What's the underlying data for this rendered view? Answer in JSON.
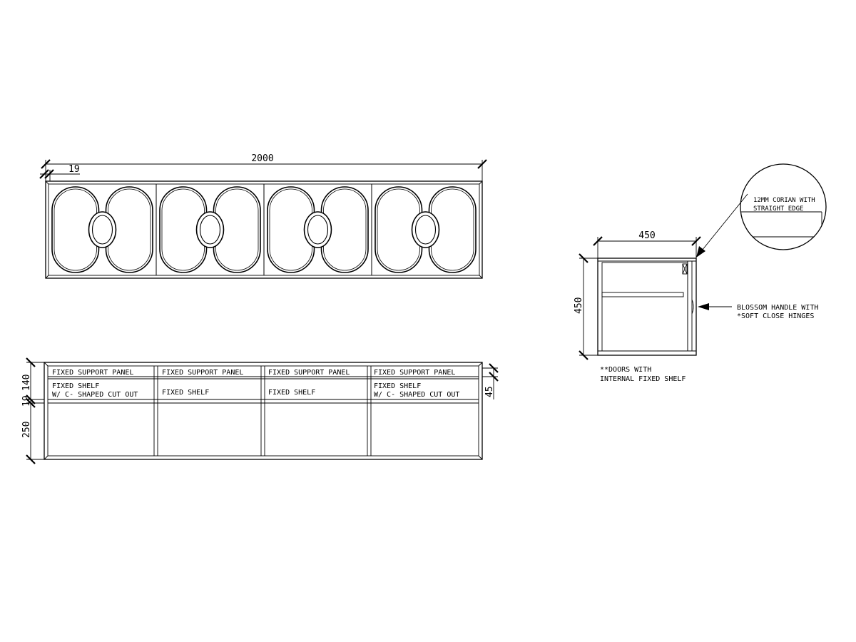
{
  "front_view": {
    "dim_width": "2000",
    "dim_panel": "19",
    "modules": 4
  },
  "plan_view": {
    "compartments": [
      {
        "panel_label": "FIXED SUPPORT PANEL",
        "shelf_line1": "FIXED SHELF",
        "shelf_line2": "W/ C- SHAPED CUT OUT"
      },
      {
        "panel_label": "FIXED SUPPORT PANEL",
        "shelf_line1": "FIXED SHELF",
        "shelf_line2": ""
      },
      {
        "panel_label": "FIXED SUPPORT PANEL",
        "shelf_line1": "FIXED SHELF",
        "shelf_line2": ""
      },
      {
        "panel_label": "FIXED SUPPORT PANEL",
        "shelf_line1": "FIXED SHELF",
        "shelf_line2": "W/ C- SHAPED CUT OUT"
      }
    ],
    "dim_140": "140",
    "dim_19": "19",
    "dim_250": "250",
    "dim_45": "45"
  },
  "side_view": {
    "dim_width": "450",
    "dim_height": "450",
    "note_line1": "**DOORS WITH",
    "note_line2": "INTERNAL FIXED SHELF",
    "handle_line1": "BLOSSOM HANDLE WITH",
    "handle_line2": "*SOFT CLOSE HINGES"
  },
  "detail": {
    "line1": "12MM CORIAN WITH",
    "line2": "STRAIGHT EDGE"
  }
}
